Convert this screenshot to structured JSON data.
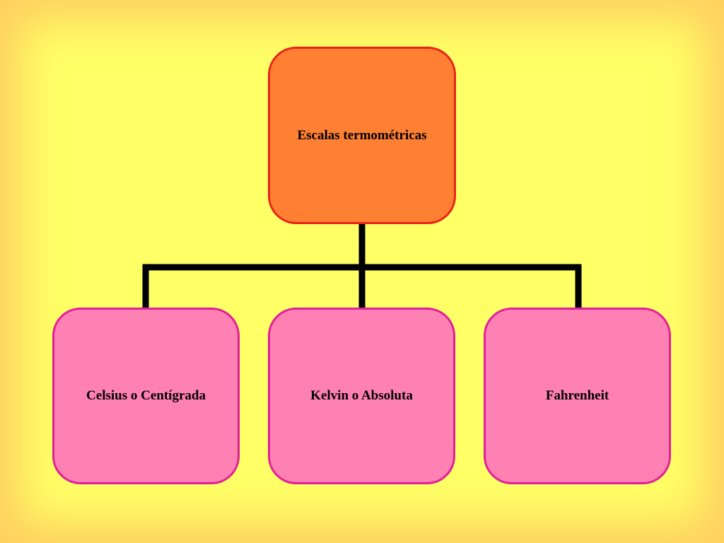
{
  "diagram": {
    "root": {
      "label": "Escalas termométricas"
    },
    "children": [
      {
        "label": "Celsius o Centígrada"
      },
      {
        "label": "Kelvin o Absoluta"
      },
      {
        "label": "Fahrenheit"
      }
    ]
  },
  "colors": {
    "background": "#FFFF66",
    "background_edge": "#FFD060",
    "root_fill": "#FF8033",
    "root_border": "#E8241A",
    "child_fill": "#FF80B3",
    "child_border": "#E0209A",
    "connector": "#000000"
  }
}
